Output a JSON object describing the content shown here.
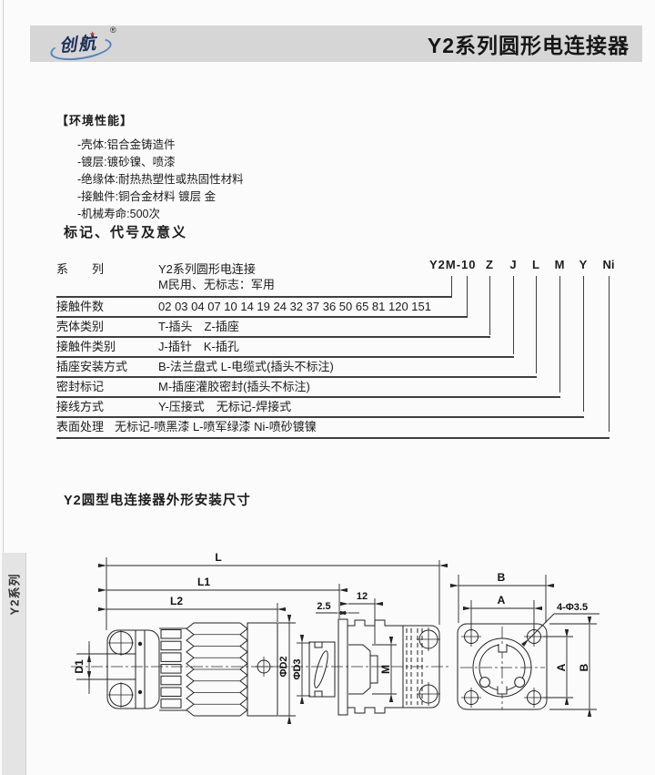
{
  "sidebar": {
    "tab_label": "Y2系列"
  },
  "header": {
    "logo_text": "创航",
    "registered_mark": "®",
    "logo_star": "★",
    "title": "Y2系列圆形电连接器",
    "bar_color": "#d6d6d6",
    "logo_blue": "#4f83c0"
  },
  "environment": {
    "title": "【环境性能】",
    "items": [
      "-壳体:铝合金铸造件",
      "-镀层:镀砂镍、喷漆",
      "-绝缘体:耐热热塑性或热固性材料",
      "-接触件:铜合金材料 镀层 金",
      "-机械寿命:500次"
    ]
  },
  "marking": {
    "title": "标记、代号及意义",
    "code": {
      "prefix": "Y2M-10",
      "parts": [
        "Z",
        "J",
        "L",
        "M",
        "Y",
        "Ni"
      ]
    },
    "rows": [
      {
        "label": "系　　列",
        "value": "Y2系列圆形电连接",
        "value2": "M民用、无标志：军用"
      },
      {
        "label": "接触件数",
        "value": "02 03 04 07 10 14 19 24 32 37 36 50 65 81 120 151"
      },
      {
        "label": "壳体类别",
        "value": "T-插头　Z-插座"
      },
      {
        "label": "接触件类别",
        "value": "J-插针　K-插孔"
      },
      {
        "label": "插座安装方式",
        "value": "B-法兰盘式 L-电缆式(插头不标注)"
      },
      {
        "label": "密封标记",
        "value": "M-插座灌胶密封(插头不标注)"
      },
      {
        "label": "接线方式",
        "value": "Y-压接式　无标记-焊接式"
      },
      {
        "label": "表面处理",
        "value": "无标记-喷黑漆 L-喷军绿漆 Ni-喷砂镀镍"
      }
    ]
  },
  "drawing": {
    "title": "Y2圆型电连接器外形安装尺寸",
    "labels": {
      "l": "L",
      "l1": "L1",
      "l2": "L2",
      "d1": "D1",
      "phi_d2": "ΦD2",
      "phi_d3": "ΦD3",
      "thickness": "2.5",
      "twelve": "12",
      "m": "M",
      "a_top": "A",
      "b_top": "B",
      "a_side": "A",
      "b_side": "B",
      "holes": "4-Φ3.5"
    }
  }
}
